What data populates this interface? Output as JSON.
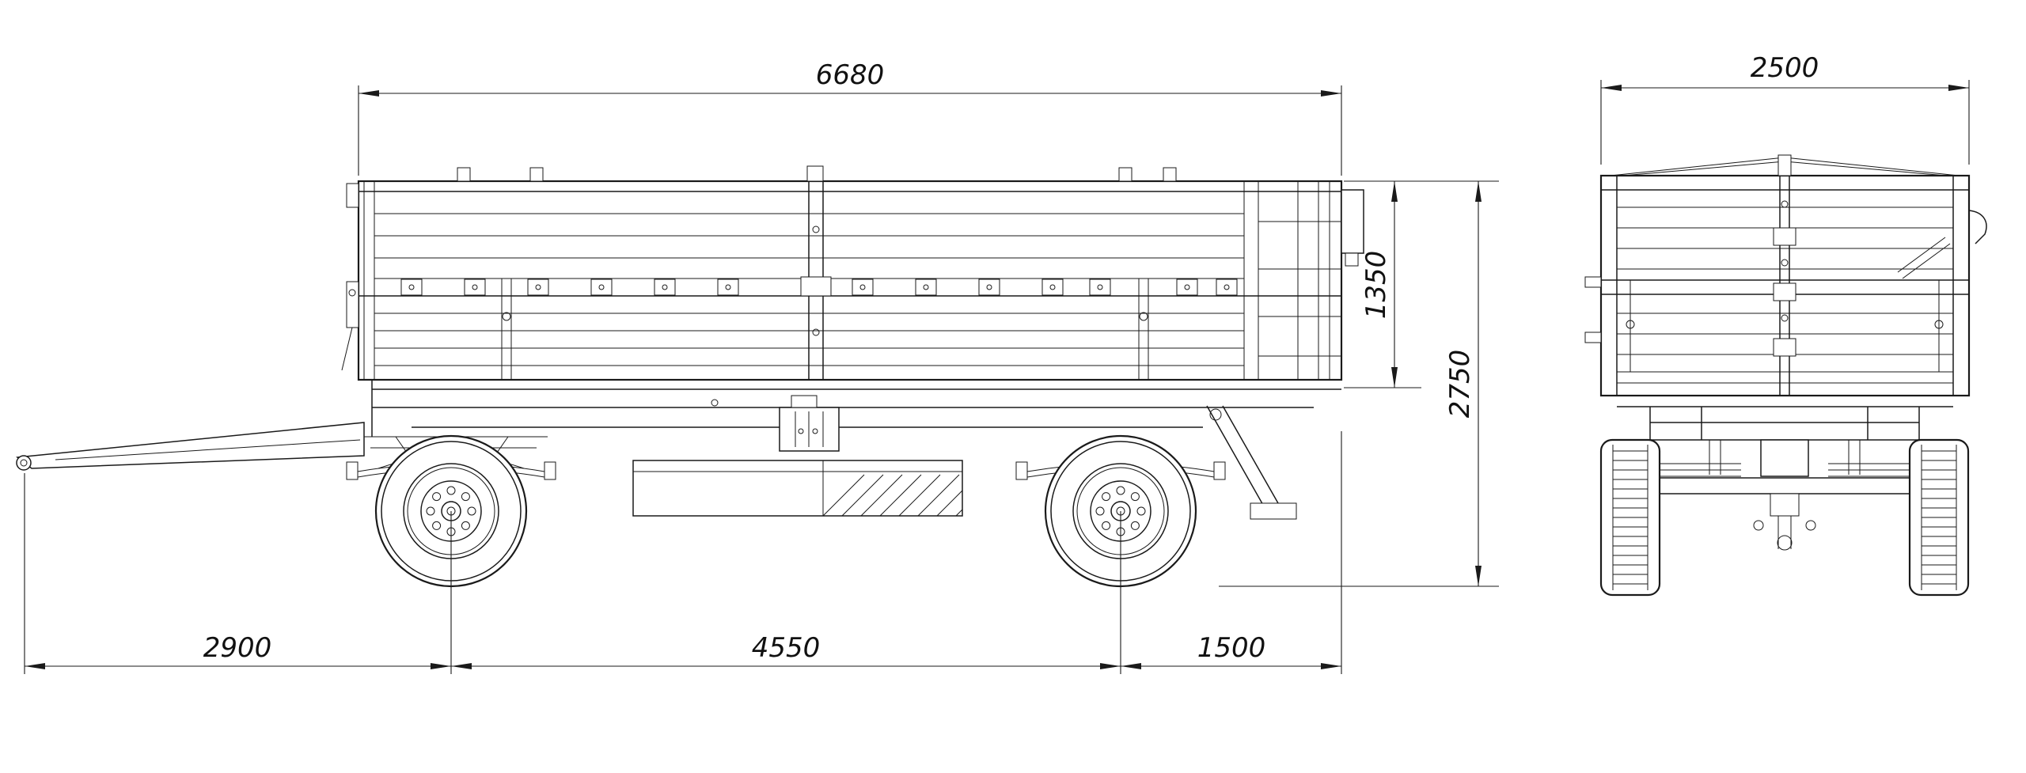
{
  "dimensions": {
    "side": {
      "overall_length": "6680",
      "drawbar_to_front_axle": "2900",
      "wheelbase": "4550",
      "axle_to_rear": "1500",
      "body_height": "1350",
      "overall_height": "2750"
    },
    "rear": {
      "overall_width": "2500"
    }
  }
}
